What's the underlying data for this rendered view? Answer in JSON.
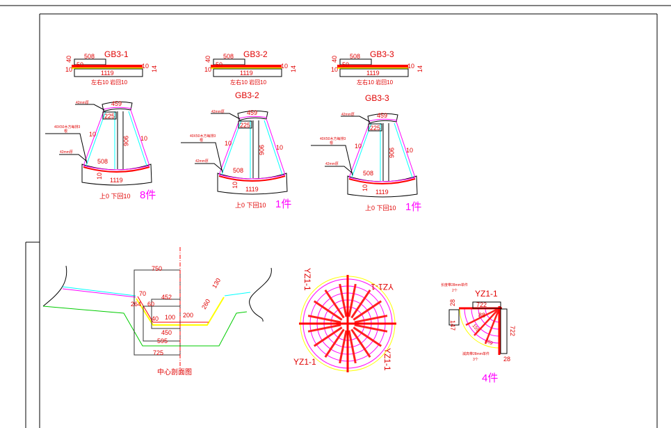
{
  "panels": [
    {
      "id": "GB3-1",
      "strip": {
        "title": "GB3-1",
        "top": "508",
        "left_a": "40",
        "left_b": "50",
        "left_c": "10",
        "right_a": "10",
        "right_b": "14",
        "bottom": "1119",
        "note": "左右10 岩回10"
      },
      "fan": {
        "title": "",
        "top_dim": "459",
        "inner_top": "225",
        "height": "906",
        "bottom_inner": "508",
        "side_left": "10",
        "side_right": "10",
        "bottom_left": "10",
        "bottom": "1119",
        "note_42_top": "42mm厚",
        "note_board": "40X50木方每排3",
        "note_board2": "根",
        "note_42_bottom": "42mm厚",
        "caption": "上0 下回10",
        "count": "8件"
      }
    },
    {
      "id": "GB3-2",
      "strip": {
        "title": "GB3-2",
        "top": "508",
        "left_a": "40",
        "left_b": "50",
        "left_c": "10",
        "right_a": "10",
        "right_b": "14",
        "bottom": "1119",
        "note": "左右10 岩回10"
      },
      "fan": {
        "title": "GB3-2",
        "top_dim": "459",
        "inner_top": "225",
        "height": "906",
        "bottom_inner": "508",
        "side_left": "10",
        "side_right": "10",
        "bottom_left": "10",
        "bottom": "1119",
        "note_42_top": "42mm厚",
        "note_board": "40X50木方每排3",
        "note_board2": "根",
        "note_42_bottom": "42mm厚",
        "caption": "上0 下回10",
        "count": "1件"
      }
    },
    {
      "id": "GB3-3",
      "strip": {
        "title": "GB3-3",
        "top": "508",
        "left_a": "40",
        "left_b": "50",
        "left_c": "10",
        "right_a": "10",
        "right_b": "14",
        "bottom": "1119",
        "note": "左右10 岩回10"
      },
      "fan": {
        "title": "GB3-3",
        "top_dim": "459",
        "inner_top": "225",
        "height": "906",
        "bottom_inner": "508",
        "side_left": "10",
        "side_right": "10",
        "bottom_left": "10",
        "bottom": "1119",
        "note_42_top": "42mm厚",
        "note_board": "40X50木方每排3",
        "note_board2": "根",
        "note_42_bottom": "42mm厚",
        "caption": "上0 下回10",
        "count": "1件"
      }
    }
  ],
  "section": {
    "d750": "750",
    "d70": "70",
    "d264": "264",
    "d60": "60",
    "d452": "452",
    "d40": "40",
    "d100": "100",
    "d200": "200",
    "d450": "450",
    "d595": "595",
    "d725": "725",
    "d260": "260",
    "d130": "130",
    "caption": "中心剖面图"
  },
  "circle": {
    "label_top_left": "YZ1-1",
    "label_top_right": "YZ1-1",
    "label_bottom_left": "YZ1-1",
    "label_bottom_right": "YZ1-1"
  },
  "quarter": {
    "title": "YZ1-1",
    "note_top": "长度带28mm单件",
    "note_top2": "2个",
    "d722_top": "722",
    "d28_left": "28",
    "d147": "147",
    "d88": "88",
    "d155": "155",
    "d269": "269",
    "d722_right": "722",
    "d28_bottom": "28",
    "note_bottom": "減高带28mm单件",
    "note_bottom2": "3个",
    "count": "4件"
  },
  "colors": {
    "red": "#ff0000",
    "magenta": "#ff00ff",
    "cyan": "#00ffff",
    "yellow": "#ffff00",
    "green": "#00dd00"
  }
}
